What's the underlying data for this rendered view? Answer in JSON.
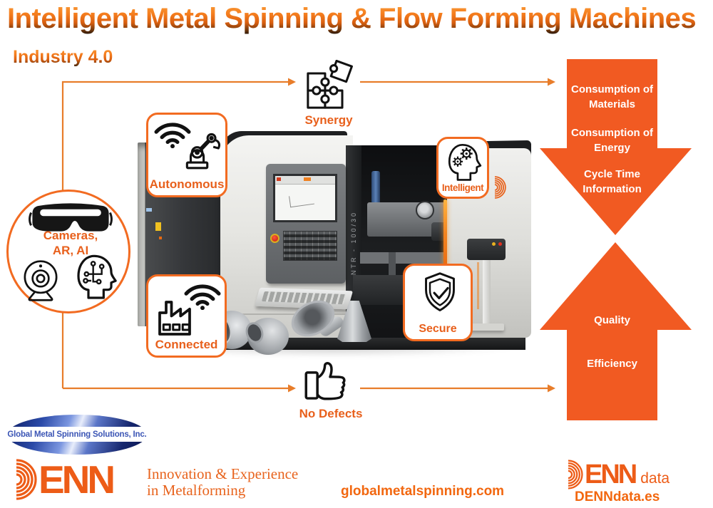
{
  "title": "Intelligent Metal Spinning & Flow Forming Machines",
  "subtitle": "Industry 4.0",
  "flow": {
    "synergy": "Synergy",
    "autonomous": "Autonomous",
    "intelligent": "Intelligent",
    "connected": "Connected",
    "secure": "Secure",
    "no_defects": "No Defects",
    "vision_line1": "Cameras,",
    "vision_line2": "AR, AI"
  },
  "down_arrow": {
    "item1": "Consumption of Materials",
    "item2": "Consumption of Energy",
    "item3": "Cycle Time Information"
  },
  "up_arrow": {
    "item1": "Quality",
    "item2": "Efficiency"
  },
  "machine": {
    "model": "NTR - 100/30"
  },
  "footer": {
    "gms": "Global Metal Spinning Solutions, Inc.",
    "denn_letters": "ENN",
    "tagline1": "Innovation & Experience",
    "tagline2": "in Metalforming",
    "website": "globalmetalspinning.com",
    "denndata_letters": "ENN",
    "denndata_word": "data",
    "denndata_url": "DENNdata.es"
  },
  "colors": {
    "accent_orange": "#f26b21",
    "arrow_fill": "#f15a22",
    "line_orange": "#e87d2a",
    "label_orange": "#e8601c",
    "logo_orange": "#ed5c17",
    "logo_blue": "#3b55b5"
  }
}
